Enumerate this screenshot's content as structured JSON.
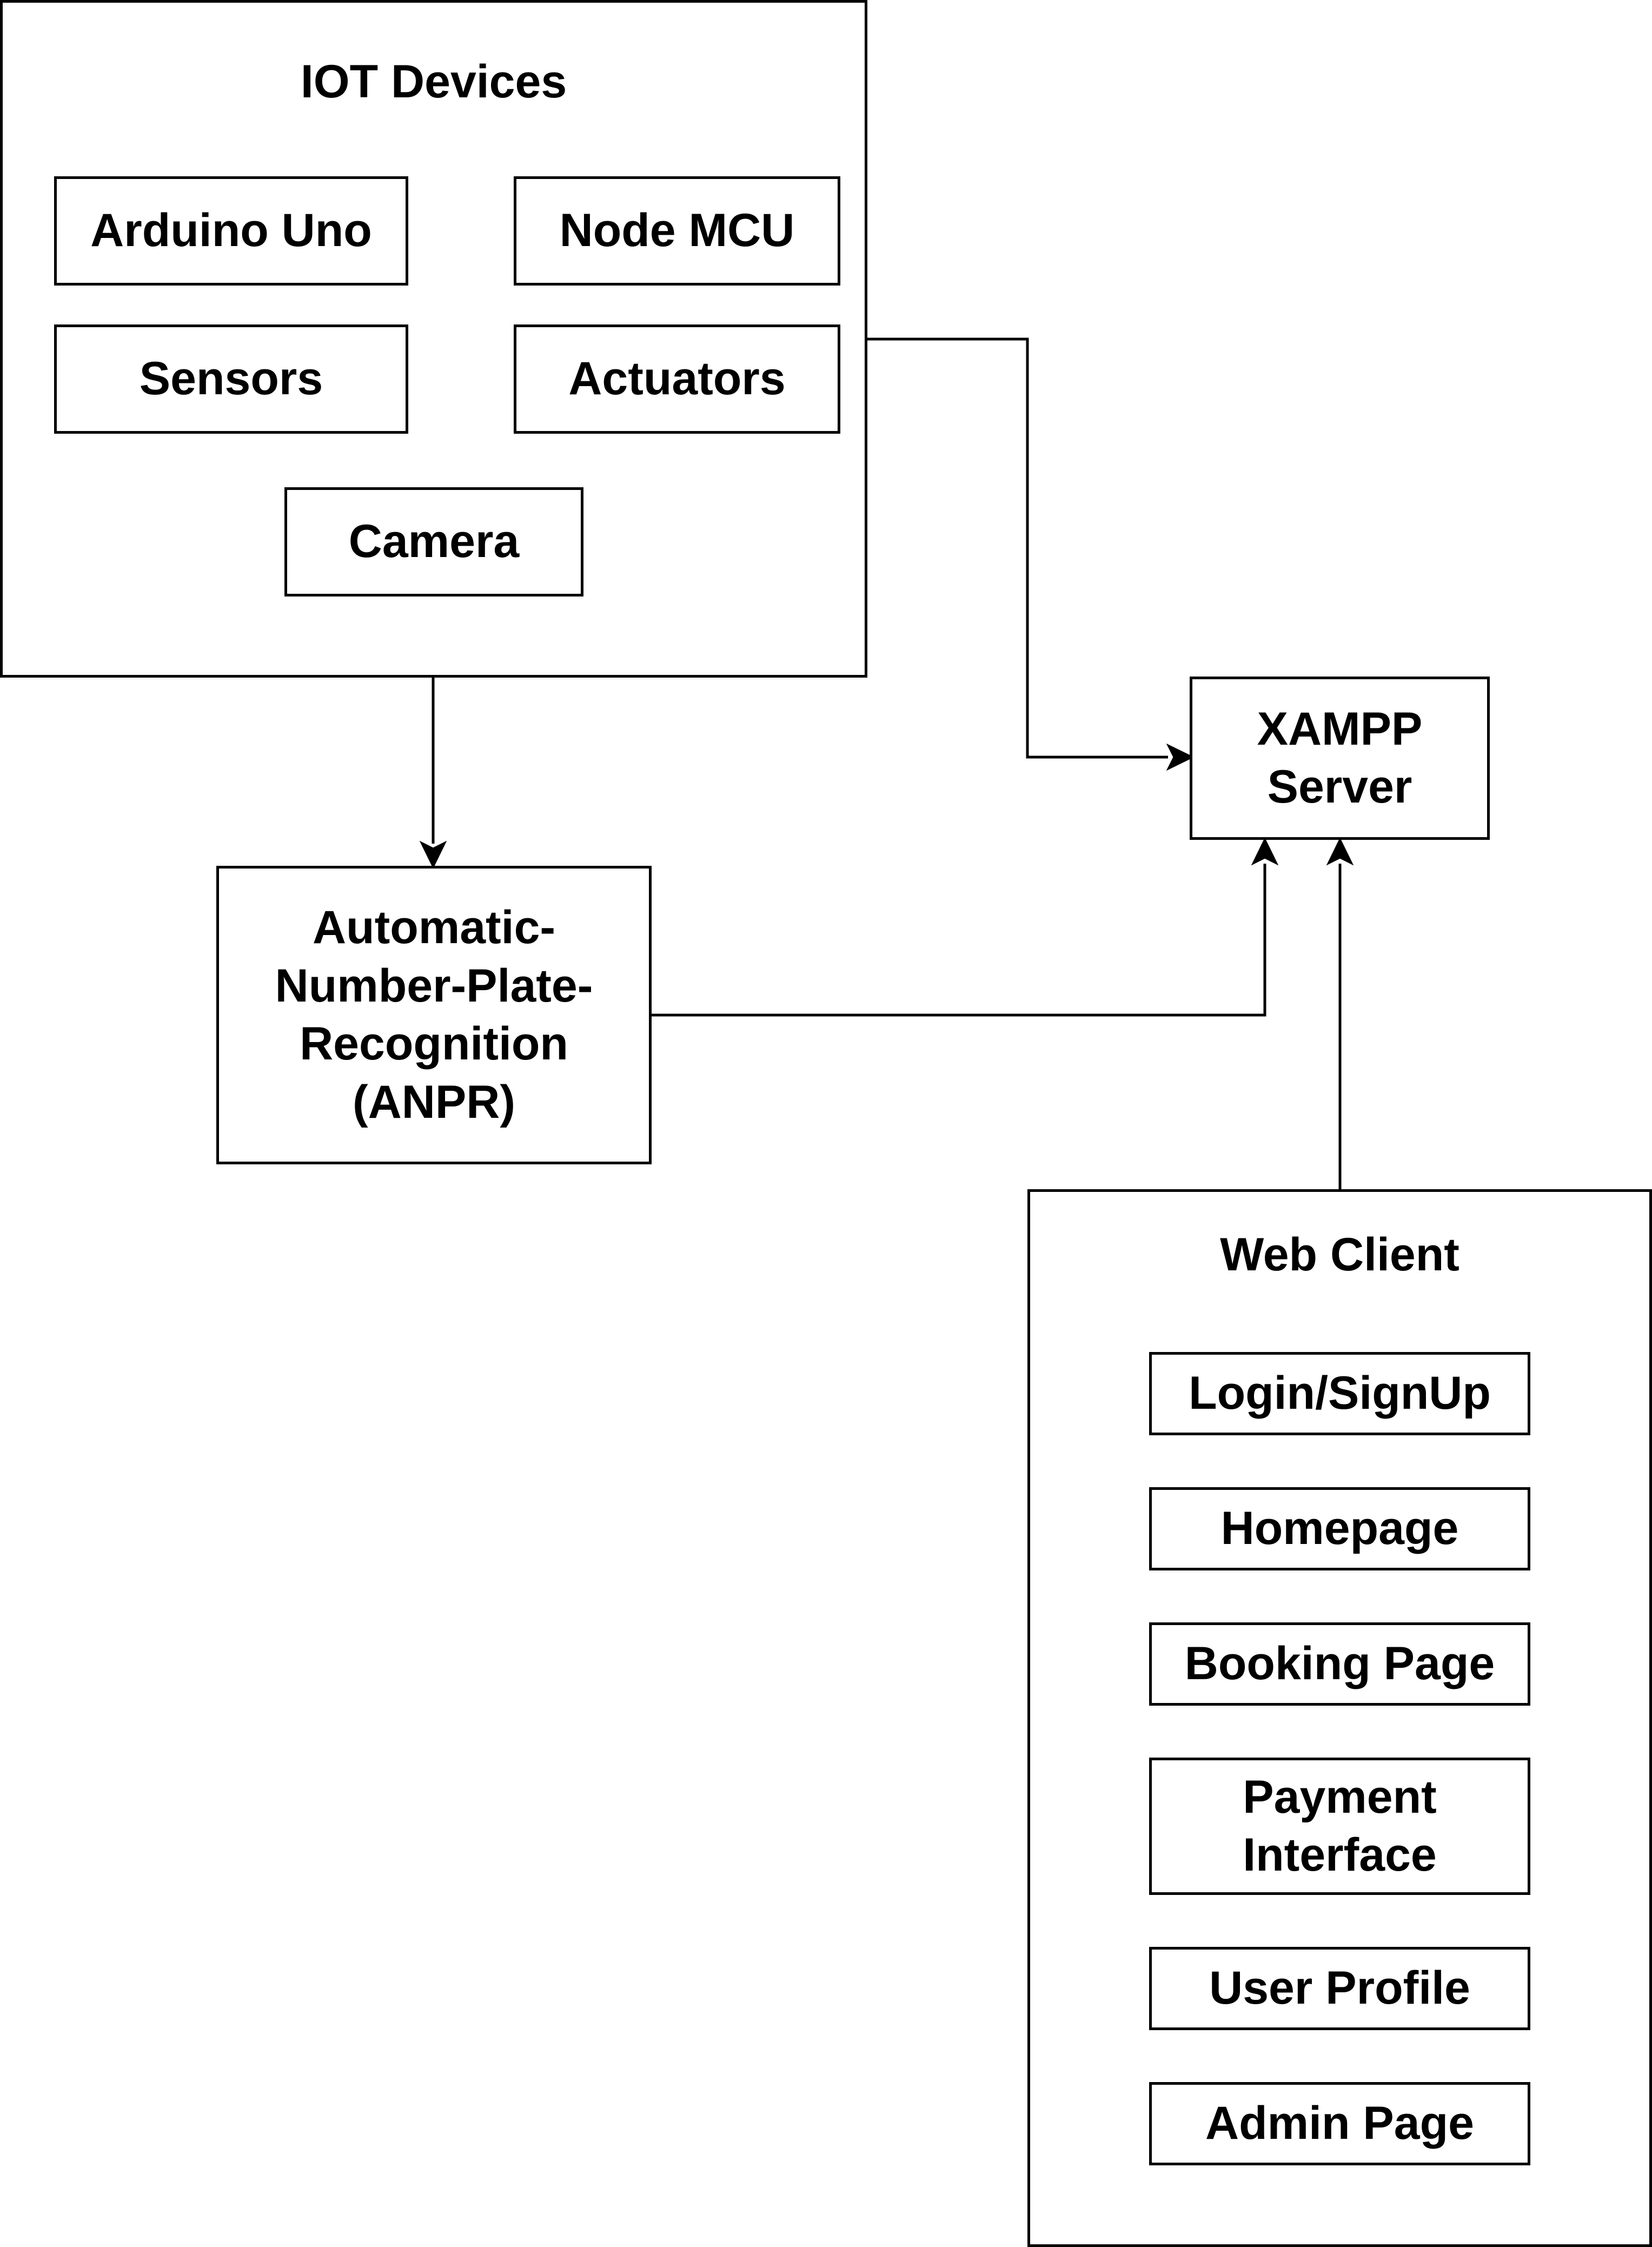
{
  "iot_devices": {
    "title": "IOT Devices",
    "items": {
      "arduino": "Arduino Uno",
      "nodemcu": "Node MCU",
      "sensors": "Sensors",
      "actuators": "Actuators",
      "camera": "Camera"
    }
  },
  "anpr": {
    "label": "Automatic-\nNumber-Plate-\nRecognition\n(ANPR)"
  },
  "server": {
    "label": "XAMPP\nServer"
  },
  "web_client": {
    "title": "Web Client",
    "pages": {
      "login": "Login/SignUp",
      "homepage": "Homepage",
      "booking": "Booking Page",
      "payment": "Payment\nInterface",
      "profile": "User Profile",
      "admin": "Admin Page"
    }
  },
  "colors": {
    "stroke": "#000000",
    "fill": "#ffffff"
  }
}
